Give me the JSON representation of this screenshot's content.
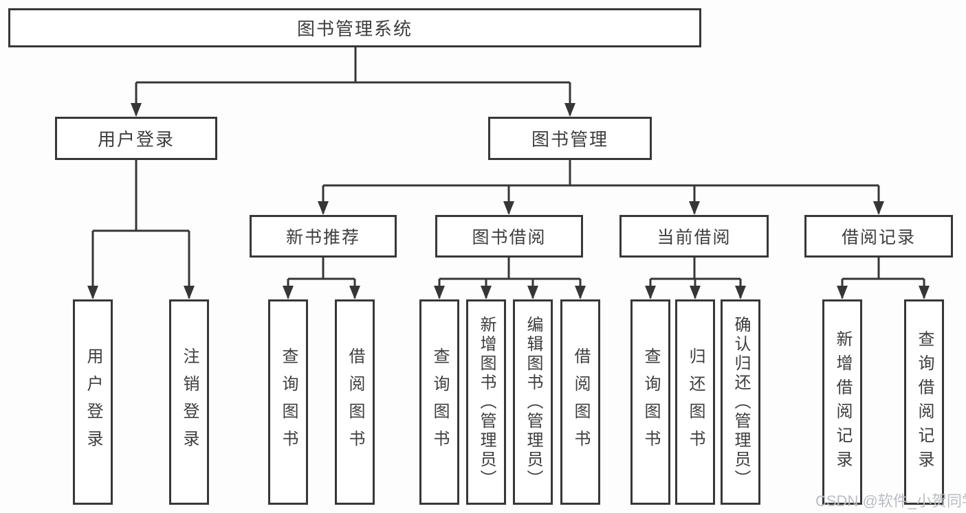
{
  "diagram": {
    "root": "图书管理系统",
    "branches": [
      {
        "label": "用户登录",
        "children": [
          "用户登录",
          "注销登录"
        ]
      },
      {
        "label": "图书管理",
        "modules": [
          {
            "label": "新书推荐",
            "children": [
              "查询图书",
              "借阅图书"
            ]
          },
          {
            "label": "图书借阅",
            "children": [
              "查询图书",
              "新增图书（管理员）",
              "编辑图书（管理员）",
              "借阅图书"
            ]
          },
          {
            "label": "当前借阅",
            "children": [
              "查询图书",
              "归还图书",
              "确认归还（管理员）"
            ]
          },
          {
            "label": "借阅记录",
            "children": [
              "新增借阅记录",
              "查询借阅记录"
            ]
          }
        ]
      }
    ]
  },
  "watermark": "CSDN @软件_小贺同学",
  "colors": {
    "line": "#363636",
    "box_border": "#373737",
    "text": "#3d3d3d",
    "watermark": "#b9bdc3",
    "background": "#fdfdfd"
  }
}
